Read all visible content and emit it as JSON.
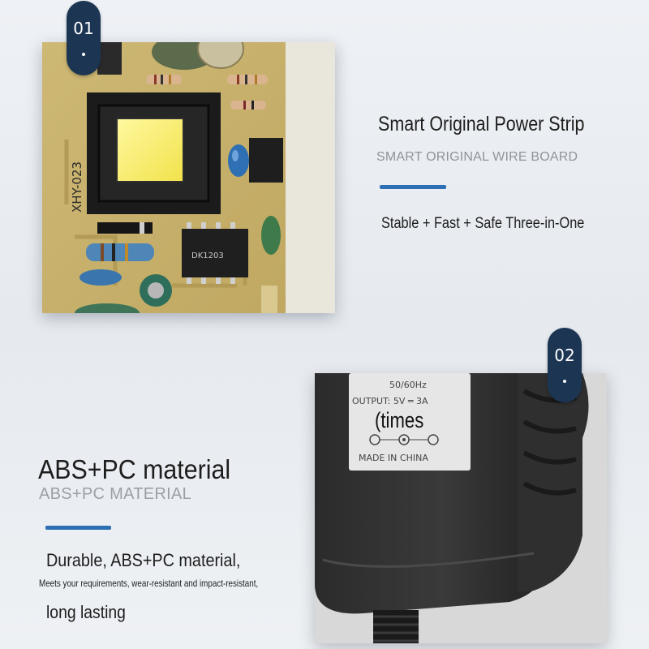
{
  "section1": {
    "badge_number": "01",
    "title": "Smart Original Power Strip",
    "subtitle": "SMART ORIGINAL WIRE BOARD",
    "body": "Stable + Fast + Safe Three-in-One",
    "board_silkscreen": "XHY-023",
    "chip_text": "DK1203"
  },
  "section2": {
    "badge_number": "02",
    "title": "ABS+PC material",
    "subtitle": "ABS+PC MATERIAL",
    "line1": "Durable, ABS+PC material,",
    "line2": "Meets your requirements, wear-resistant and impact-resistant,",
    "line3": "long lasting",
    "label_freq": "50/60Hz",
    "label_output": "OUTPUT: 5V ═ 3A",
    "label_origin": "MADE IN CHINA",
    "overlay_text": "(times"
  },
  "colors": {
    "badge": "#1c3553",
    "accent_rule": "#2d6fb4",
    "subtitle_gray": "#8e949b"
  }
}
